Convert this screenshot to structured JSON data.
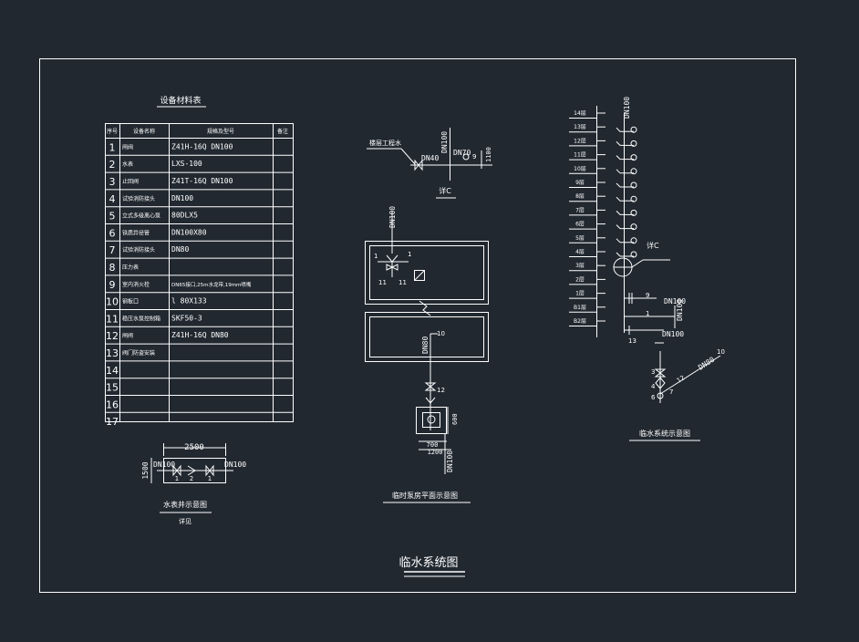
{
  "drawing": {
    "main_title": "临水系统图",
    "colors": {
      "background": "#212830",
      "line": "#ffffff"
    }
  },
  "table": {
    "title": "设备材料表",
    "headers": [
      "序号",
      "设备名称",
      "规格及型号",
      "备注"
    ],
    "rows": [
      {
        "no": "1",
        "name": "闸阀",
        "spec": "Z41H-16Q   DN100"
      },
      {
        "no": "2",
        "name": "水表",
        "spec": "LXS-100"
      },
      {
        "no": "3",
        "name": "止回阀",
        "spec": "Z41T-16Q   DN100"
      },
      {
        "no": "4",
        "name": "试验消防接头",
        "spec": "DN100"
      },
      {
        "no": "5",
        "name": "立式多级离心泵",
        "spec": "80DLX5"
      },
      {
        "no": "6",
        "name": "铁质异径管",
        "spec": "DN100X80"
      },
      {
        "no": "7",
        "name": "试验消防接头",
        "spec": "DN80"
      },
      {
        "no": "8",
        "name": "压力表",
        "spec": ""
      },
      {
        "no": "9",
        "name": "室内消火栓",
        "spec": "DN65接口,25m水龙带,19mm喷嘴"
      },
      {
        "no": "10",
        "name": "钢板口",
        "spec": "l  80X133"
      },
      {
        "no": "11",
        "name": "稳压水泵控制箱",
        "spec": "SKF50-3"
      },
      {
        "no": "12",
        "name": "闸阀",
        "spec": "Z41H-16Q   DN80"
      },
      {
        "no": "13",
        "name": "阀门防盗安装",
        "spec": ""
      },
      {
        "no": "14",
        "name": "",
        "spec": ""
      },
      {
        "no": "15",
        "name": "",
        "spec": ""
      },
      {
        "no": "16",
        "name": "",
        "spec": ""
      },
      {
        "no": "17",
        "name": "",
        "spec": ""
      }
    ]
  },
  "meter_well": {
    "width_dim": "2500",
    "height_dim": "1500",
    "pipe_left": "DN100",
    "pipe_right": "DN100",
    "labels": [
      "1",
      "2",
      "1"
    ],
    "caption": "水表井示意图",
    "subcaption": "详见"
  },
  "top_detail": {
    "tag": "楼层工程水",
    "pipe1": "DN40",
    "pipe2": "DN70",
    "riser": "DN100",
    "num": "9",
    "dim": "1100",
    "caption": "详C"
  },
  "plan": {
    "riser_top": "DN100",
    "labels": {
      "a": "1",
      "b": "1",
      "c": "11",
      "d": "11",
      "e": "10",
      "f": "12"
    },
    "pipe_side": "DN80",
    "pipe_bottom": "DN100",
    "dims": {
      "d1": "700",
      "d2": "1200",
      "d3": "600"
    },
    "caption": "临时泵房平面示意图"
  },
  "system": {
    "floors": [
      "14层",
      "13层",
      "12层",
      "11层",
      "10层",
      "9层",
      "8层",
      "7层",
      "6层",
      "5层",
      "4层",
      "3层",
      "2层",
      "1层",
      "B1层",
      "B2层"
    ],
    "riser": "DN100",
    "detail_tag": "详C",
    "nums": {
      "n9": "9",
      "n1": "1",
      "n13": "13"
    },
    "pipes": {
      "p1": "DN100",
      "p2": "DN100",
      "p3": "DN100"
    },
    "iso_pipe": "DN80",
    "iso_nums": {
      "n10": "10",
      "n7": "7",
      "n3": "3",
      "n4": "4",
      "n6": "6",
      "n12": "12"
    },
    "caption": "临水系统示意图"
  }
}
